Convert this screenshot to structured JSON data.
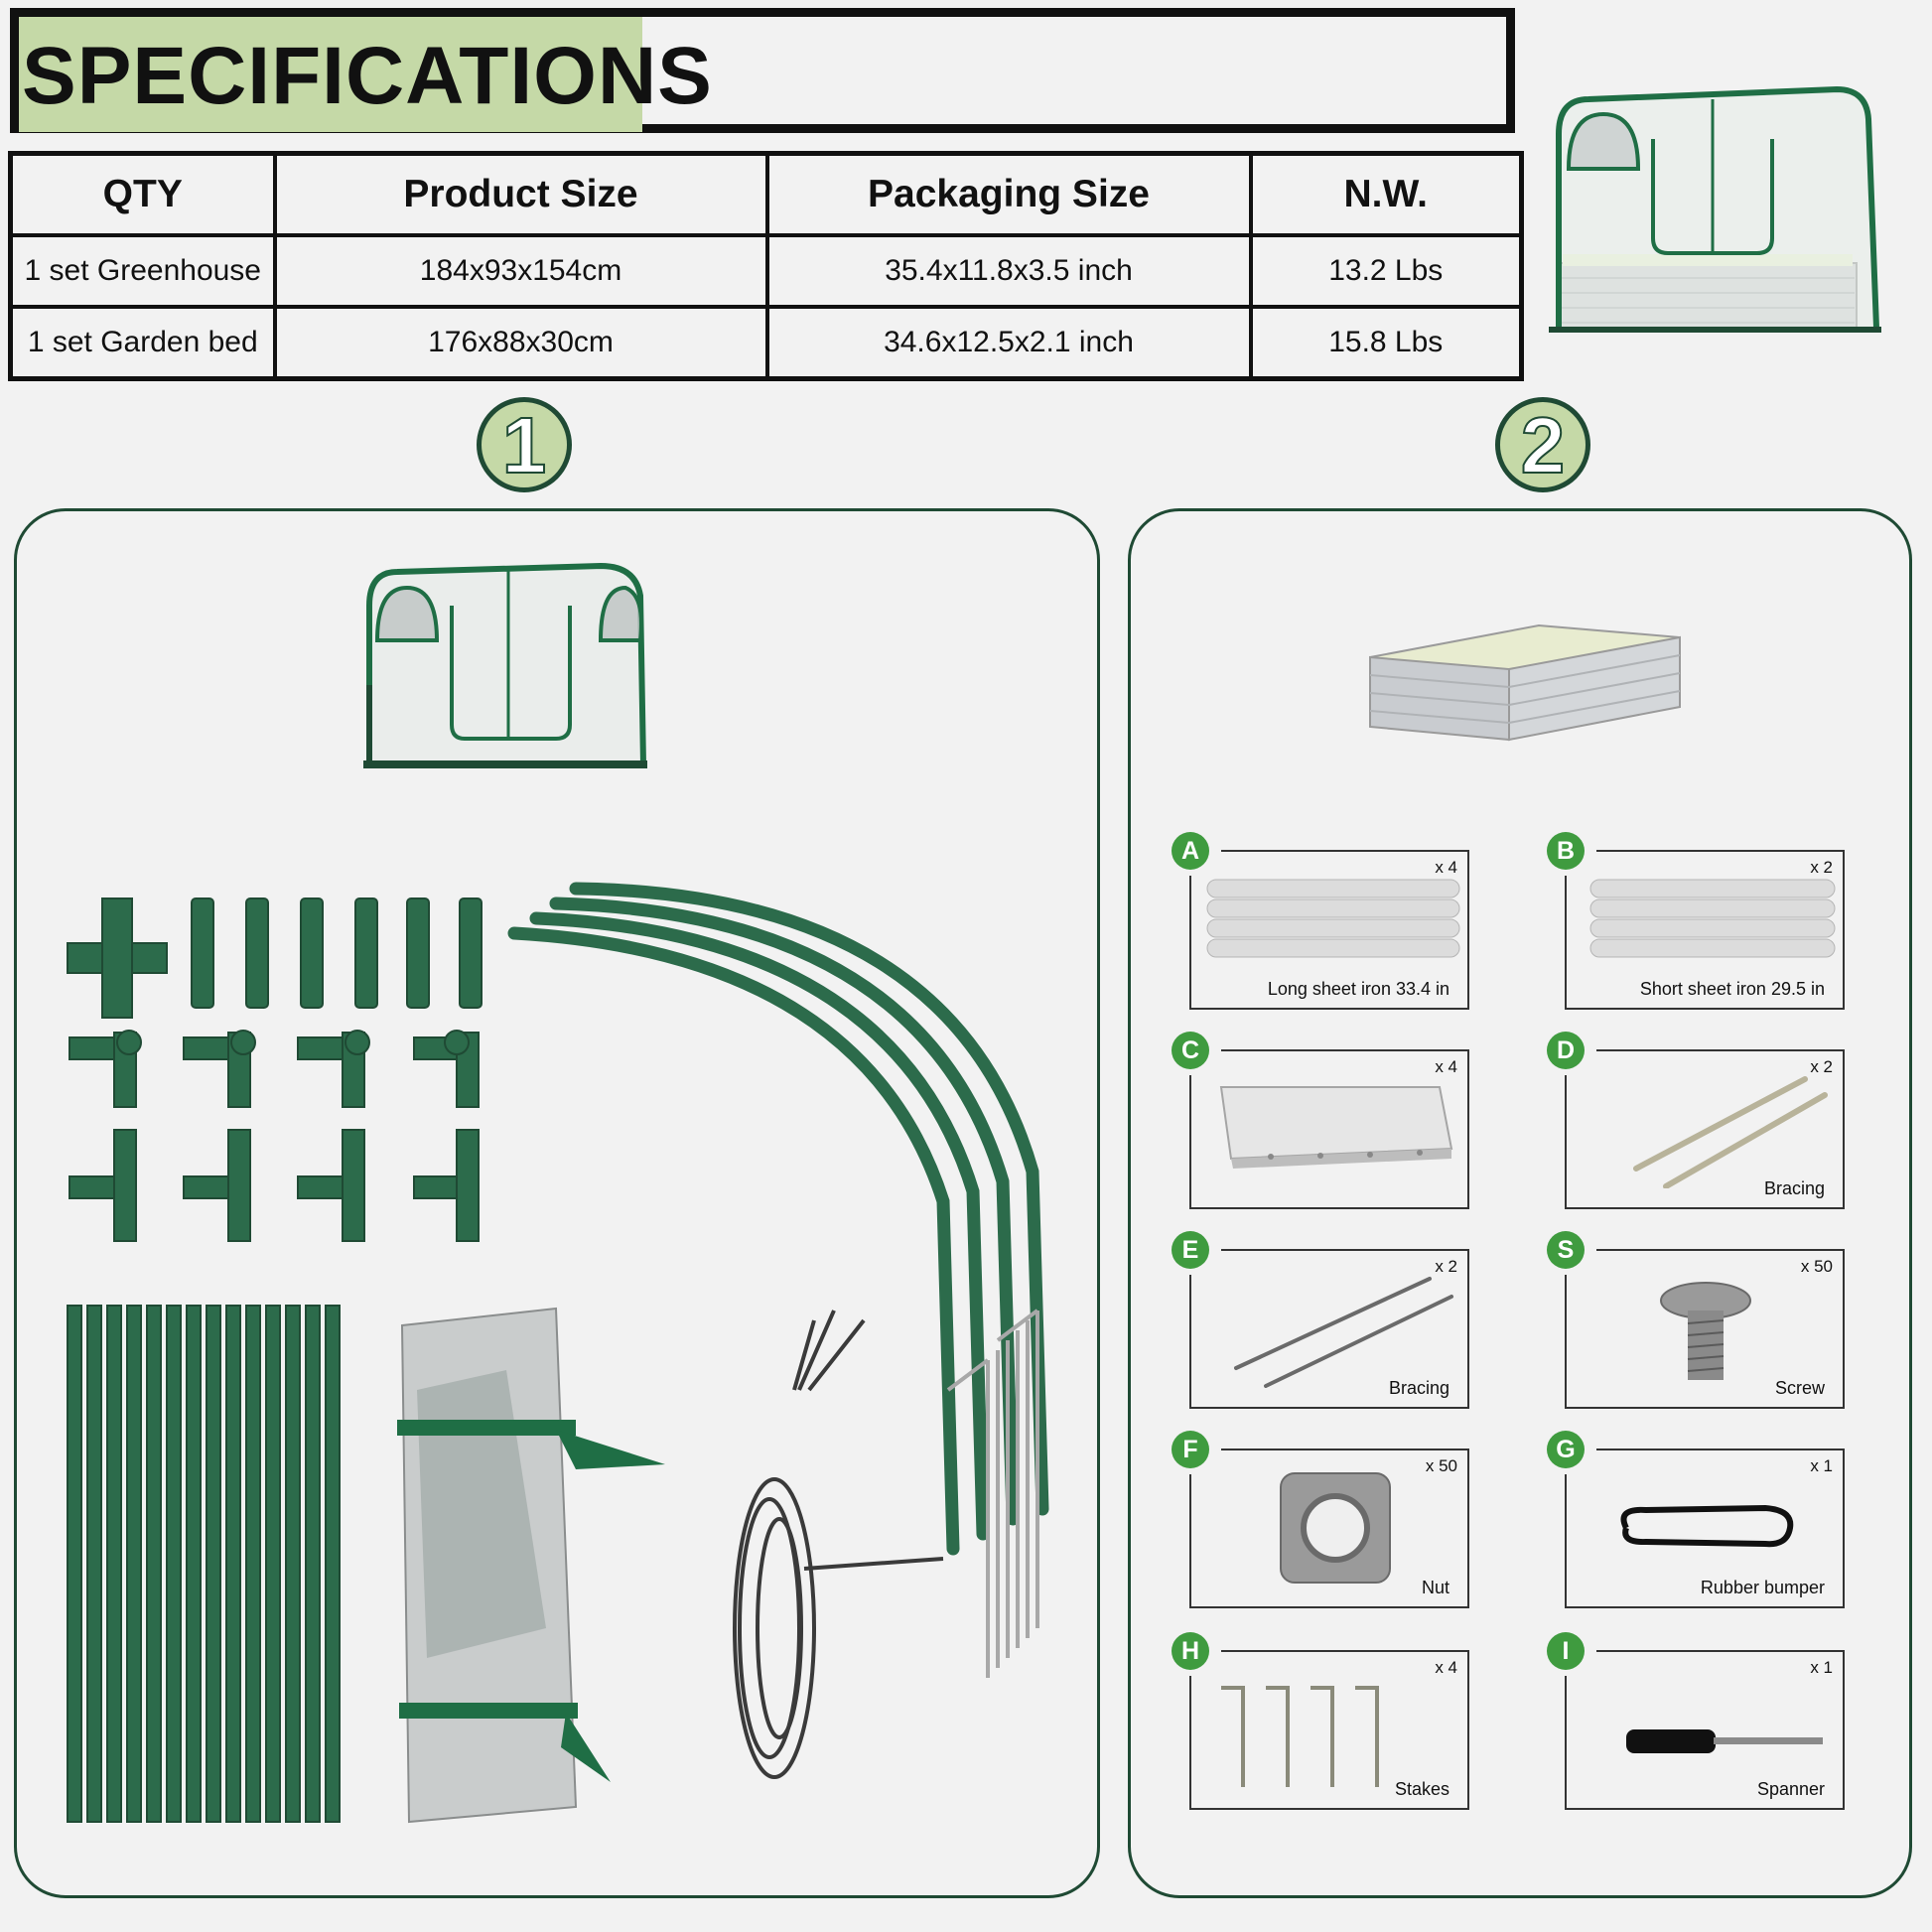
{
  "header": {
    "title": "SPECIFICATIONS"
  },
  "table": {
    "headers": [
      "QTY",
      "Product Size",
      "Packaging Size",
      "N.W."
    ],
    "rows": [
      [
        "1 set Greenhouse",
        "184x93x154cm",
        "35.4x11.8x3.5 inch",
        "13.2 Lbs"
      ],
      [
        "1 set Garden bed",
        "176x88x30cm",
        "34.6x12.5x2.1 inch",
        "15.8 Lbs"
      ]
    ]
  },
  "steps": [
    "1",
    "2"
  ],
  "parts": [
    {
      "letter": "A",
      "qty": "x 4",
      "label": "Long sheet iron 33.4 in"
    },
    {
      "letter": "B",
      "qty": "x 2",
      "label": "Short sheet iron 29.5 in"
    },
    {
      "letter": "C",
      "qty": "x 4",
      "label": ""
    },
    {
      "letter": "D",
      "qty": "x 2",
      "label": "Bracing"
    },
    {
      "letter": "E",
      "qty": "x 2",
      "label": "Bracing"
    },
    {
      "letter": "S",
      "qty": "x 50",
      "label": "Screw"
    },
    {
      "letter": "F",
      "qty": "x 50",
      "label": "Nut"
    },
    {
      "letter": "G",
      "qty": "x 1",
      "label": "Rubber bumper"
    },
    {
      "letter": "H",
      "qty": "x 4",
      "label": "Stakes"
    },
    {
      "letter": "I",
      "qty": "x 1",
      "label": "Spanner"
    }
  ],
  "colors": {
    "accent": "#c5d9a7",
    "frame_green": "#1f6e45",
    "badge_green": "#3f9b3f",
    "dark": "#111111"
  }
}
